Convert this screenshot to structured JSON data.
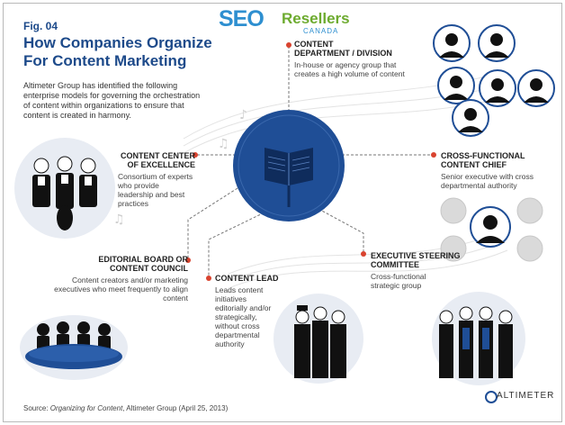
{
  "figure_label": "Fig. 04",
  "title_line1": "How Companies Organize",
  "title_line2": "For Content Marketing",
  "intro": "Altimeter Group has identified the following enterprise models for governing the orchestration of content within organizations to ensure that content is created in harmony.",
  "logo": {
    "seo": "SEO",
    "resellers": "Resellers",
    "canada": "CANADA"
  },
  "models": [
    {
      "title1": "CONTENT",
      "title2": "DEPARTMENT / DIVISION",
      "desc": "In-house or agency group that creates a high volume of content"
    },
    {
      "title1": "CONTENT CENTER",
      "title2": "OF EXCELLENCE",
      "desc": "Consortium of experts who provide leadership and best practices"
    },
    {
      "title1": "CROSS-FUNCTIONAL",
      "title2": "CONTENT CHIEF",
      "desc": "Senior executive with cross departmental authority"
    },
    {
      "title1": "EDITORIAL BOARD OR",
      "title2": "CONTENT COUNCIL",
      "desc": "Content creators and/or marketing executives who meet frequently to align content"
    },
    {
      "title1": "CONTENT LEAD",
      "title2": "",
      "desc": "Leads content initiatives editorially and/or strategically, without cross departmental authority"
    },
    {
      "title1": "EXECUTIVE STEERING",
      "title2": "COMMITTEE",
      "desc": "Cross-functional strategic group"
    }
  ],
  "source_prefix": "Source: ",
  "source_title": "Organizing for Content",
  "source_suffix": ", Altimeter Group (April 25, 2013)",
  "brand": "ALTIMETER",
  "colors": {
    "title_blue": "#1d4a8a",
    "hub_blue": "#1f4e96",
    "accent_red": "#d9432f",
    "logo_green": "#6dab2f"
  }
}
